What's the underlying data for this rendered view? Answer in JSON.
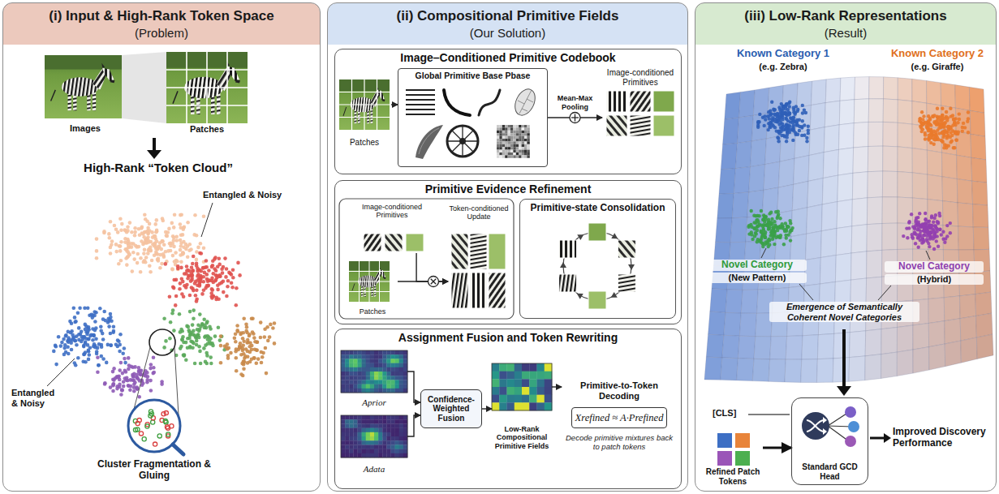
{
  "diagram": {
    "nodes": [
      {
        "text": [
          "(i) Input & High-Rank Token Space",
          "(Problem)"
        ]
      },
      {
        "text": [
          "(ii) Compositional Primitive Fields",
          "(Our Solution)"
        ]
      },
      {
        "text": [
          "Image–Conditioned Primitive Codebook"
        ],
        "in": 1
      },
      {
        "text": [
          "Patches"
        ],
        "in": 2
      },
      {
        "text": [
          "Global Primitive Base Pbase"
        ],
        "in": 2
      },
      {
        "text": [
          "Image-conditioned Primitives"
        ],
        "in": 2
      },
      {
        "text": [
          "Primitive Evidence Refinement"
        ],
        "in": 1
      },
      {
        "text": [
          "Image-conditioned Primitives"
        ],
        "in": 6
      },
      {
        "text": [
          "Patches"
        ],
        "in": 6
      },
      {
        "text": [
          "Token-conditioned Update"
        ],
        "in": 6
      },
      {
        "text": [
          "Primitive-state Consolidation"
        ],
        "in": 6
      },
      {
        "text": [
          "Assignment Fusion and Token Rewriting"
        ],
        "in": 1
      },
      {
        "text": [
          "Aprior"
        ],
        "in": 11
      },
      {
        "text": [
          "Adata"
        ],
        "in": 11
      },
      {
        "text": [
          "Confidence-Weighted Fusion"
        ],
        "in": 11
      },
      {
        "text": [
          "Low-Rank Compositional Primitive Fields"
        ],
        "in": 11
      },
      {
        "text": [
          "Primitive-to-Token Decoding",
          "Xrefined ≈ A·Prefined",
          "Decode primitive mixtures back to patch tokens"
        ],
        "in": 11
      },
      {
        "text": [
          "(iii) Low-Rank Representations",
          "(Result)"
        ]
      },
      {
        "text": [
          "Refined Patch Tokens"
        ],
        "in": 17
      },
      {
        "text": [
          "Standard GCD Head"
        ],
        "in": 17
      }
    ],
    "edges": [
      {
        "from": 3,
        "to": 4,
        "arrow": "to"
      },
      {
        "from": 4,
        "to": 5,
        "label": "Mean-Max Pooling",
        "arrow": "to"
      },
      {
        "from": 7,
        "to": 9,
        "arrow": "to"
      },
      {
        "from": 8,
        "to": 9,
        "arrow": "to"
      },
      {
        "from": 12,
        "to": 14,
        "arrow": "to"
      },
      {
        "from": 13,
        "to": 14,
        "arrow": "to"
      },
      {
        "from": 14,
        "to": 15,
        "arrow": "to"
      },
      {
        "from": 15,
        "to": 16,
        "arrow": "to"
      },
      {
        "from": 18,
        "to": 19,
        "arrow": "to"
      }
    ],
    "labels": [
      "Images",
      "Patches",
      "High-Rank “Token Cloud”",
      "Entangled & Noisy",
      "Entangled & Noisy",
      "Cluster Fragmentation & Gluing",
      "Known Category 1",
      "(e.g. Zebra)",
      "Known Category 2",
      "(e.g. Giraffe)",
      "Novel Category",
      "(New Pattern)",
      "Novel Category",
      "(Hybrid)",
      "Emergence of Semantically Coherent Novel Categories",
      "[CLS]",
      "Improved Discovery Performance"
    ]
  }
}
